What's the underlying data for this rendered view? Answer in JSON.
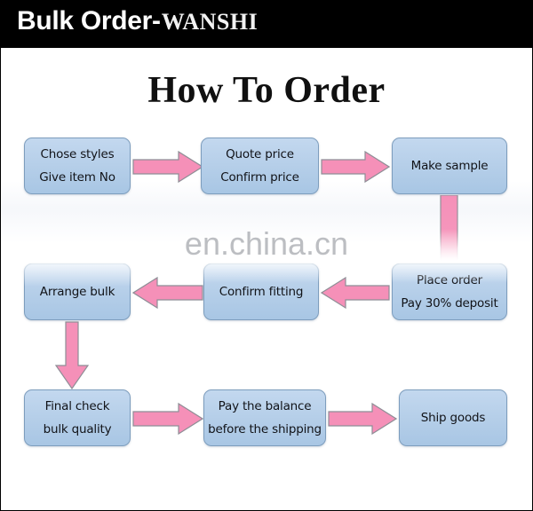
{
  "header": {
    "title_main": "Bulk Order-",
    "brand": "WANSHI"
  },
  "page": {
    "title": "How To Order",
    "watermark": "en.china.cn"
  },
  "colors": {
    "header_bg": "#000000",
    "box_fill_top": "#c3d8ef",
    "box_fill_bottom": "#a8c6e4",
    "box_border": "#7d9dbd",
    "arrow_fill": "#f590b8",
    "arrow_stroke": "#8f8f96",
    "watermark": "#7a7e85"
  },
  "flow": {
    "boxes": [
      {
        "id": "chose-styles",
        "lines": [
          "Chose styles",
          "Give item No"
        ]
      },
      {
        "id": "quote-price",
        "lines": [
          "Quote price",
          "Confirm price"
        ]
      },
      {
        "id": "make-sample",
        "lines": [
          "Make sample"
        ]
      },
      {
        "id": "place-order",
        "lines": [
          "Place order",
          "Pay 30% deposit"
        ]
      },
      {
        "id": "confirm-fitting",
        "lines": [
          "Confirm fitting"
        ]
      },
      {
        "id": "arrange-bulk",
        "lines": [
          "Arrange bulk"
        ]
      },
      {
        "id": "final-check",
        "lines": [
          "Final check",
          "bulk quality"
        ]
      },
      {
        "id": "pay-balance",
        "lines": [
          "Pay the balance",
          "before the shipping"
        ]
      },
      {
        "id": "ship-goods",
        "lines": [
          "Ship goods"
        ]
      }
    ],
    "connectors": [
      {
        "id": "chose-to-quote",
        "direction": "right"
      },
      {
        "id": "quote-to-sample",
        "direction": "right"
      },
      {
        "id": "sample-to-place",
        "direction": "down-stub"
      },
      {
        "id": "place-to-confirm",
        "direction": "left"
      },
      {
        "id": "confirm-to-arrange",
        "direction": "left"
      },
      {
        "id": "arrange-to-final",
        "direction": "down"
      },
      {
        "id": "final-to-balance",
        "direction": "right"
      },
      {
        "id": "balance-to-ship",
        "direction": "right"
      }
    ]
  }
}
